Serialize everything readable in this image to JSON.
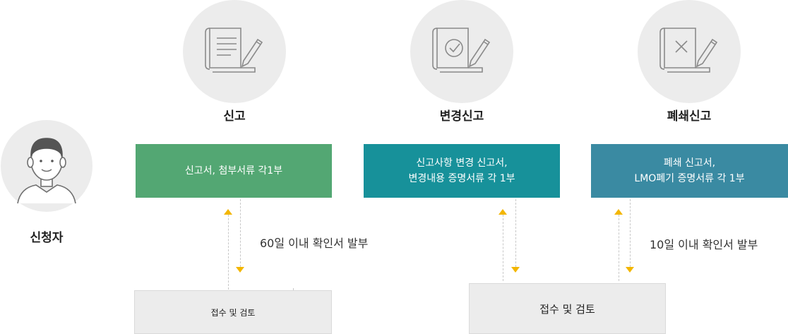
{
  "applicant": {
    "label": "신청자",
    "icon": "person-icon"
  },
  "columns": [
    {
      "icon": "document-write-icon",
      "title": "신고",
      "box_text": "신고서, 첨부서류 각1부",
      "box_color": "#53a773"
    },
    {
      "icon": "document-check-icon",
      "title": "변경신고",
      "box_text": "신고사항 변경 신고서,\n변경내용 증명서류 각 1부",
      "box_color": "#17919a"
    },
    {
      "icon": "document-close-icon",
      "title": "폐쇄신고",
      "box_text": "폐쇄 신고서,\nLMO폐기 증명서류 각 1부",
      "box_color": "#3a8aa2"
    }
  ],
  "notes": {
    "first": "60일 이내 확인서 발부",
    "second": "10일 이내 확인서 발부"
  },
  "review_boxes": {
    "first": "접수 및 검토",
    "second": "접수 및 검토"
  },
  "colors": {
    "arrow": "#f3b600",
    "circle": "#ececec"
  }
}
